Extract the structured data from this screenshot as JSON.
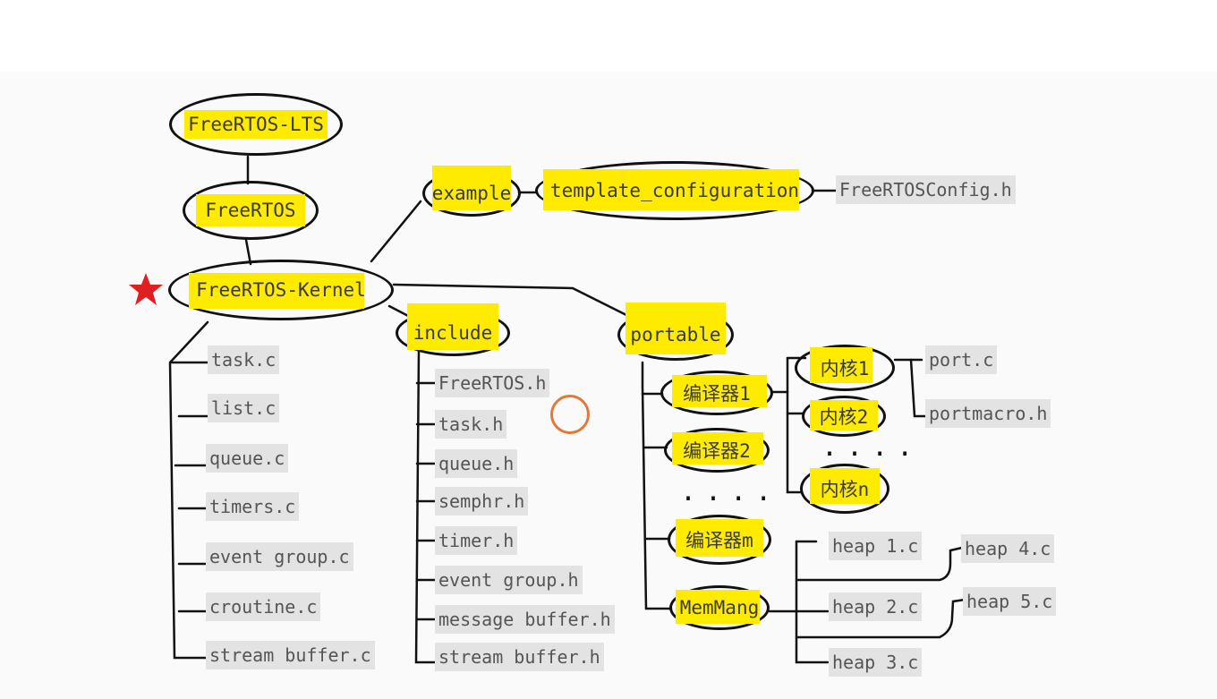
{
  "colors": {
    "highlight": "#ffeb00",
    "file_bg": "#e3e3e3",
    "line": "#111111",
    "star": "#e02020",
    "ring": "#e07a3c"
  },
  "nodes": {
    "lts": "FreeRTOS-LTS",
    "freertos": "FreeRTOS",
    "kernel": "FreeRTOS-Kernel",
    "example": "example",
    "template": "template_configuration",
    "config_h": "FreeRTOSConfig.h",
    "include": "include",
    "portable": "portable",
    "compiler1": "编译器1",
    "compiler2": "编译器2",
    "compiler_m": "编译器m",
    "memmang": "MemMang",
    "core1": "内核1",
    "core2": "内核2",
    "core_n": "内核n",
    "port_c": "port.c",
    "portmacro_h": "portmacro.h"
  },
  "kernel_files": [
    "task.c",
    "list.c",
    "queue.c",
    "timers.c",
    "event group.c",
    "croutine.c",
    "stream buffer.c"
  ],
  "include_files": [
    "FreeRTOS.h",
    "task.h",
    "queue.h",
    "semphr.h",
    "timer.h",
    "event group.h",
    "message buffer.h",
    "stream buffer.h"
  ],
  "heap_files": {
    "heap1": "heap 1.c",
    "heap2": "heap 2.c",
    "heap3": "heap 3.c",
    "heap4": "heap 4.c",
    "heap5": "heap 5.c"
  },
  "ellipsis": {
    "cores": "....",
    "compilers": "...."
  },
  "icons": {
    "star": "star-icon",
    "cursor": "cursor-ring-icon"
  }
}
